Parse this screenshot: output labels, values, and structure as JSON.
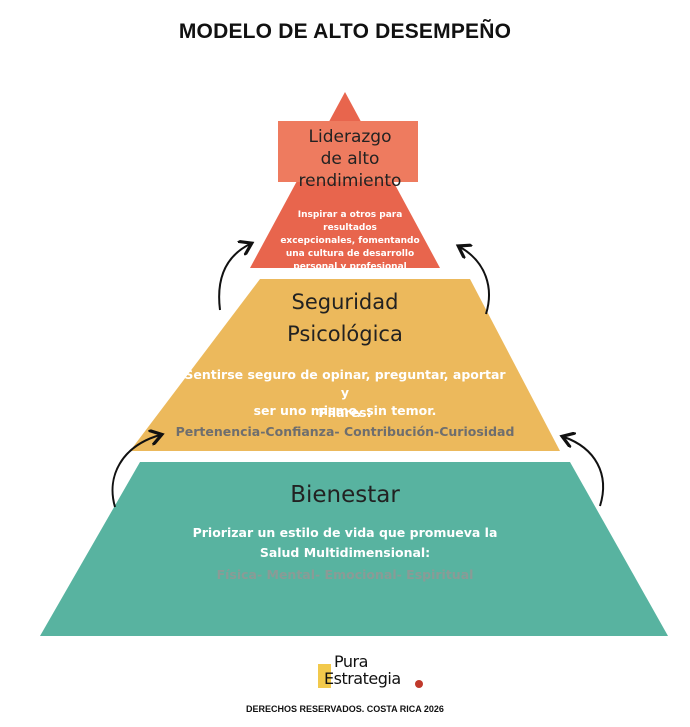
{
  "title": "MODELO DE ALTO DESEMPEÑO",
  "colors": {
    "top_tier": "#e8654d",
    "top_box": "#ee7b5f",
    "middle_tier": "#ecb95c",
    "bottom_tier": "#58b3a0",
    "arrow": "#111111"
  },
  "tiers": {
    "top": {
      "heading_lines": [
        "Liderazgo",
        "de alto",
        "rendimiento"
      ],
      "description_lines": [
        "Inspirar a otros para resultados",
        "excepcionales, fomentando",
        "una cultura de desarrollo",
        "personal y profesional"
      ]
    },
    "middle": {
      "heading_lines": [
        "Seguridad",
        "Psicológica"
      ],
      "description_lines": [
        "Sentirse seguro de opinar, preguntar, aportar y",
        "ser uno mismo, sin temor."
      ],
      "pillars_label": "Pilares:",
      "pillars": "Pertenencia-Confianza- Contribución-Curiosidad"
    },
    "bottom": {
      "heading": "Bienestar",
      "description_lines": [
        "Priorizar un estilo de vida que promueva la",
        "Salud Multidimensional:"
      ],
      "dimensions": "Física- Mental- Emocional- Espiritual"
    }
  },
  "logo": {
    "line1": "Pura",
    "line2": "Estrategia"
  },
  "footer": "DERECHOS RESERVADOS. COSTA RICA 2026"
}
